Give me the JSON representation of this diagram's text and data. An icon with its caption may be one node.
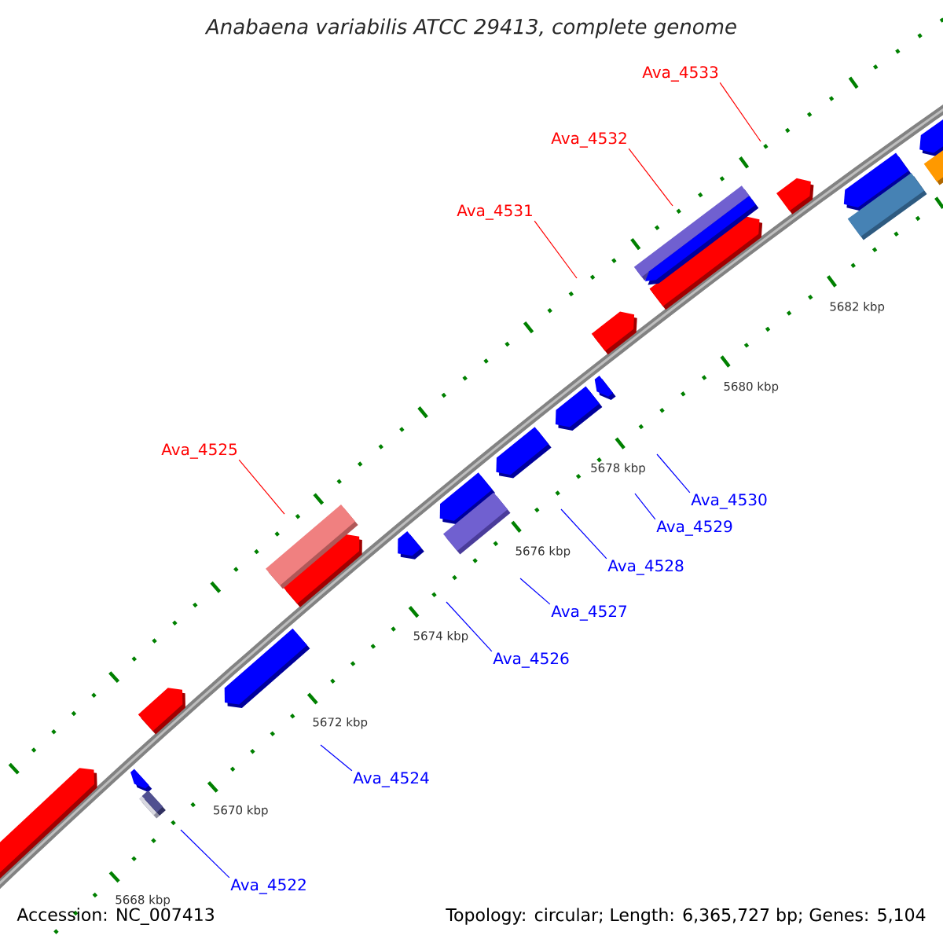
{
  "diagram": {
    "title": "Anabaena variabilis ATCC 29413, complete genome",
    "nodes": [
      {
        "text": [
          "Ava_4533"
        ]
      },
      {
        "text": [
          "Ava_4532"
        ]
      },
      {
        "text": [
          "Ava_4531"
        ]
      },
      {
        "text": [
          "Ava_4525"
        ]
      },
      {
        "text": [
          "Ava_4530"
        ]
      },
      {
        "text": [
          "Ava_4529"
        ]
      },
      {
        "text": [
          "Ava_4528"
        ]
      },
      {
        "text": [
          "Ava_4527"
        ]
      },
      {
        "text": [
          "Ava_4526"
        ]
      },
      {
        "text": [
          "Ava_4524"
        ]
      },
      {
        "text": [
          "Ava_4522"
        ]
      }
    ],
    "edges": [
      {
        "from": 0,
        "to": null,
        "arrow": "none",
        "color": "#ff0000"
      },
      {
        "from": 1,
        "to": null,
        "arrow": "none",
        "color": "#ff0000"
      },
      {
        "from": 2,
        "to": null,
        "arrow": "none",
        "color": "#ff0000"
      },
      {
        "from": 3,
        "to": null,
        "arrow": "none",
        "color": "#ff0000"
      },
      {
        "from": 4,
        "to": null,
        "arrow": "none"
      },
      {
        "from": 5,
        "to": null,
        "arrow": "none"
      },
      {
        "from": 6,
        "to": null,
        "arrow": "none"
      },
      {
        "from": 7,
        "to": null,
        "arrow": "none"
      },
      {
        "from": 8,
        "to": null,
        "arrow": "none"
      },
      {
        "from": 9,
        "to": null,
        "arrow": "none"
      },
      {
        "from": 10,
        "to": null,
        "arrow": "none"
      }
    ],
    "labels": [
      "5682 kbp",
      "5680 kbp",
      "5678 kbp",
      "5676 kbp",
      "5674 kbp",
      "5672 kbp",
      "5670 kbp",
      "5668 kbp",
      "Accession: NC_007413",
      "Topology: circular; Length: 6,365,727 bp; Genes: 5,104"
    ]
  }
}
